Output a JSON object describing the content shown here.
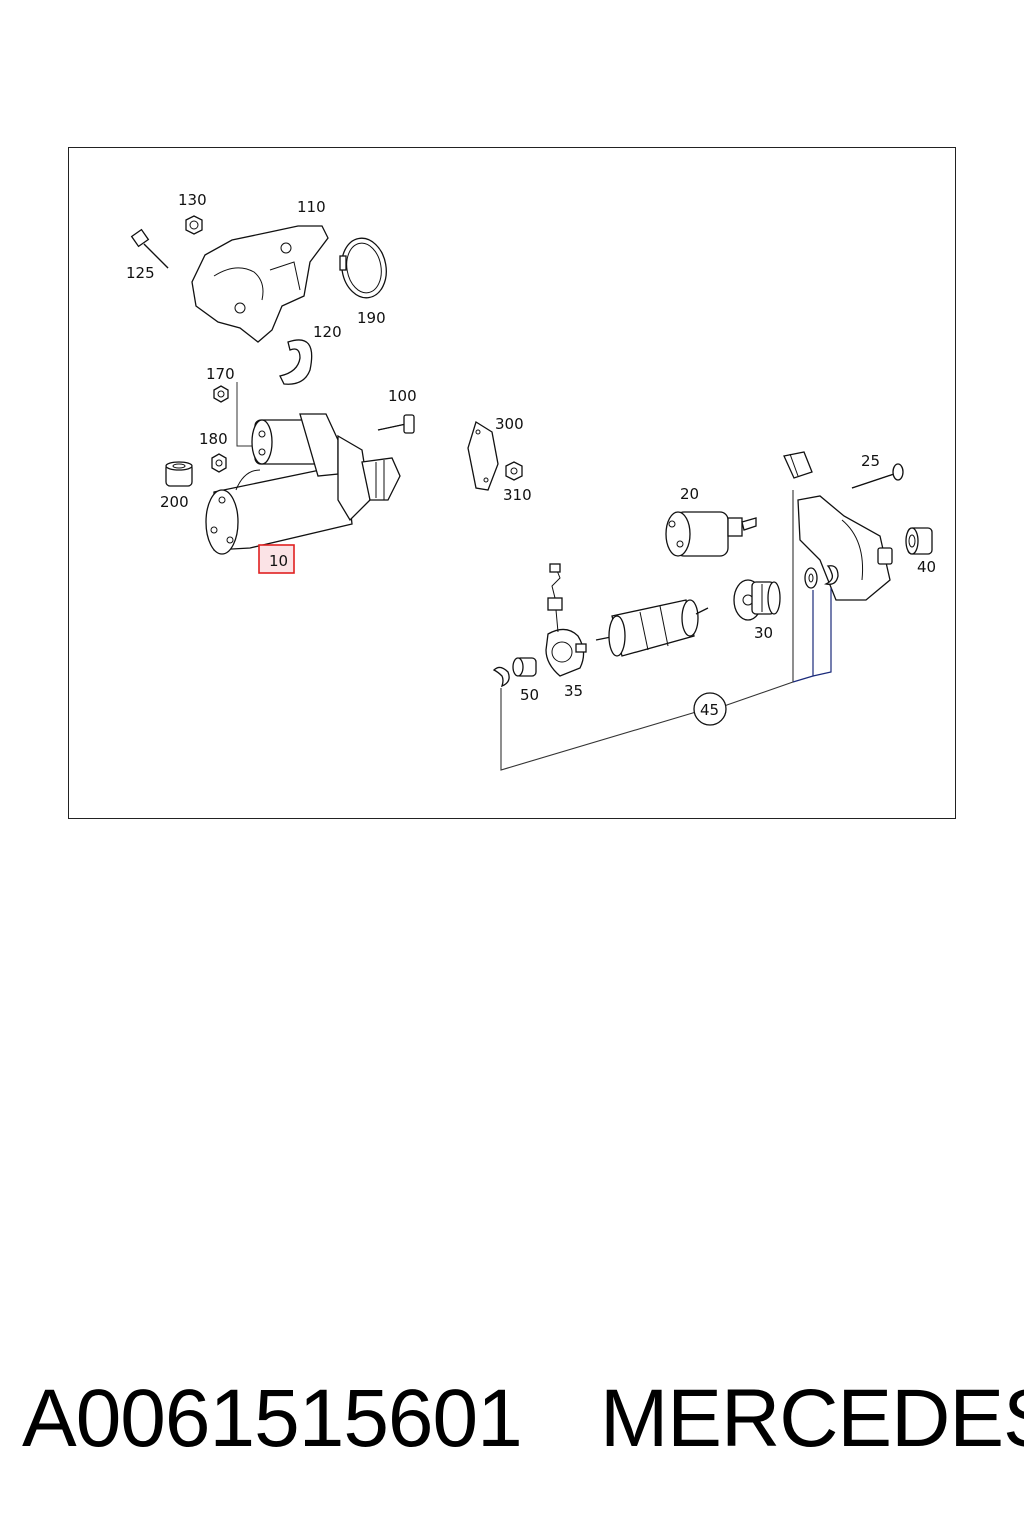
{
  "diagram": {
    "labels": {
      "p10": "10",
      "p20": "20",
      "p25": "25",
      "p30": "30",
      "p35": "35",
      "p40": "40",
      "p45": "45",
      "p50": "50",
      "p100": "100",
      "p110": "110",
      "p120": "120",
      "p125": "125",
      "p130": "130",
      "p170": "170",
      "p180": "180",
      "p190": "190",
      "p200": "200",
      "p300": "300",
      "p310": "310"
    },
    "highlight_color": "#e02020",
    "highlight_fill": "#fbe3e6"
  },
  "footer": {
    "part_number": "A0061515601",
    "brand": "MERCEDES"
  }
}
